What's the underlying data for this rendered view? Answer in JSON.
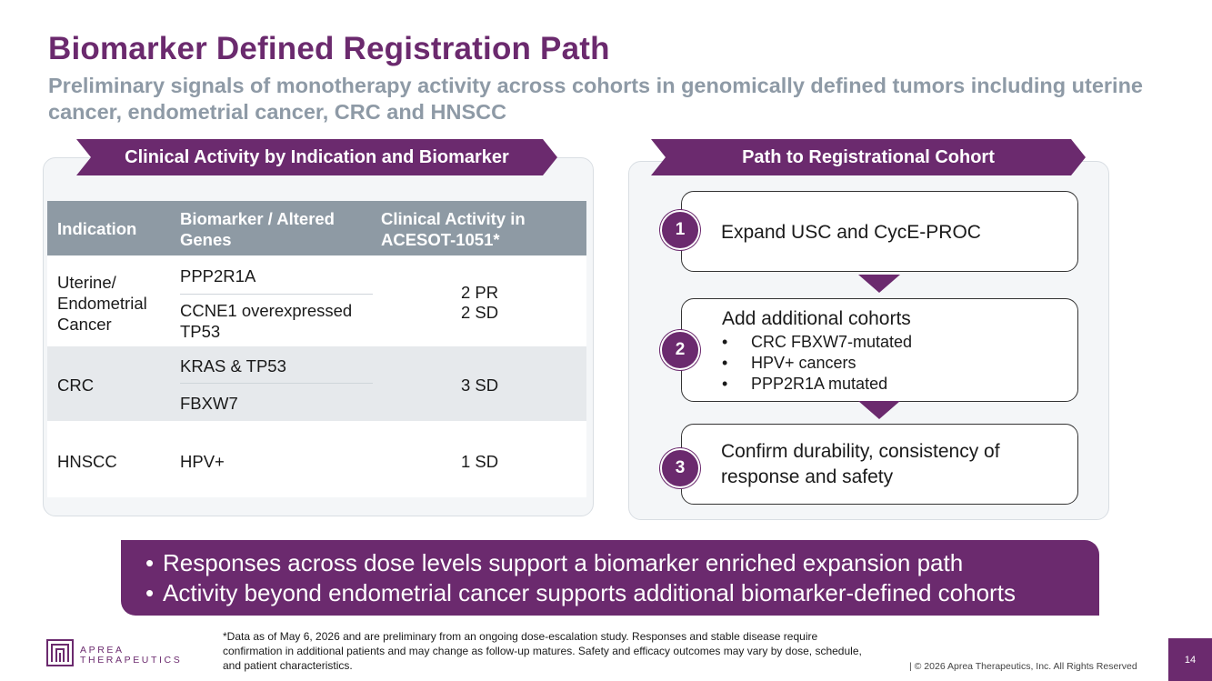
{
  "header": {
    "title": "Biomarker Defined Registration Path",
    "subtitle": "Preliminary signals of monotherapy activity across cohorts in genomically defined tumors including uterine cancer, endometrial cancer, CRC and HNSCC"
  },
  "left_panel": {
    "banner": "Clinical Activity by Indication and Biomarker",
    "columns": [
      "Indication",
      "Biomarker / Altered Genes",
      "Clinical Activity in ACESOT-1051*"
    ],
    "rows": [
      {
        "indication": "Uterine/ Endometrial Cancer",
        "biomarkers": [
          "PPP2R1A",
          "CCNE1 overexpressed TP53"
        ],
        "activity": [
          "2 PR",
          "2 SD"
        ]
      },
      {
        "indication": "CRC",
        "biomarkers": [
          "KRAS & TP53",
          "FBXW7"
        ],
        "activity": [
          "3 SD"
        ]
      },
      {
        "indication": "HNSCC",
        "biomarkers": [
          "HPV+"
        ],
        "activity": [
          "1 SD"
        ]
      }
    ]
  },
  "right_panel": {
    "banner": "Path to Registrational Cohort",
    "steps": [
      {
        "number": "1",
        "text": "Expand USC and CycE-PROC"
      },
      {
        "number": "2",
        "text": "Add additional cohorts",
        "bullets": [
          "CRC FBXW7-mutated",
          "HPV+ cancers",
          "PPP2R1A mutated"
        ]
      },
      {
        "number": "3",
        "text": "Confirm durability, consistency of response and safety"
      }
    ]
  },
  "key_messages": [
    "Responses across dose levels support a biomarker enriched expansion path",
    "Activity beyond endometrial cancer supports additional biomarker-defined cohorts"
  ],
  "footer": {
    "logo_line1": "APREA",
    "logo_line2": "THERAPEUTICS",
    "footnote": "*Data as of May 6, 2026 and are preliminary from an ongoing dose-escalation study. Responses and stable disease require confirmation in additional patients and may change as follow-up matures. Safety and efficacy outcomes may vary by dose, schedule, and patient characteristics.",
    "copyright": "| © 2026 Aprea Therapeutics, Inc. All Rights Reserved",
    "page_number": "14"
  },
  "colors": {
    "brand_purple": "#6b2a6e",
    "header_gray": "#8e9aa4",
    "subtitle_gray": "#8e9aa6"
  },
  "icons": {
    "logo": "aprea-logo-icon"
  }
}
